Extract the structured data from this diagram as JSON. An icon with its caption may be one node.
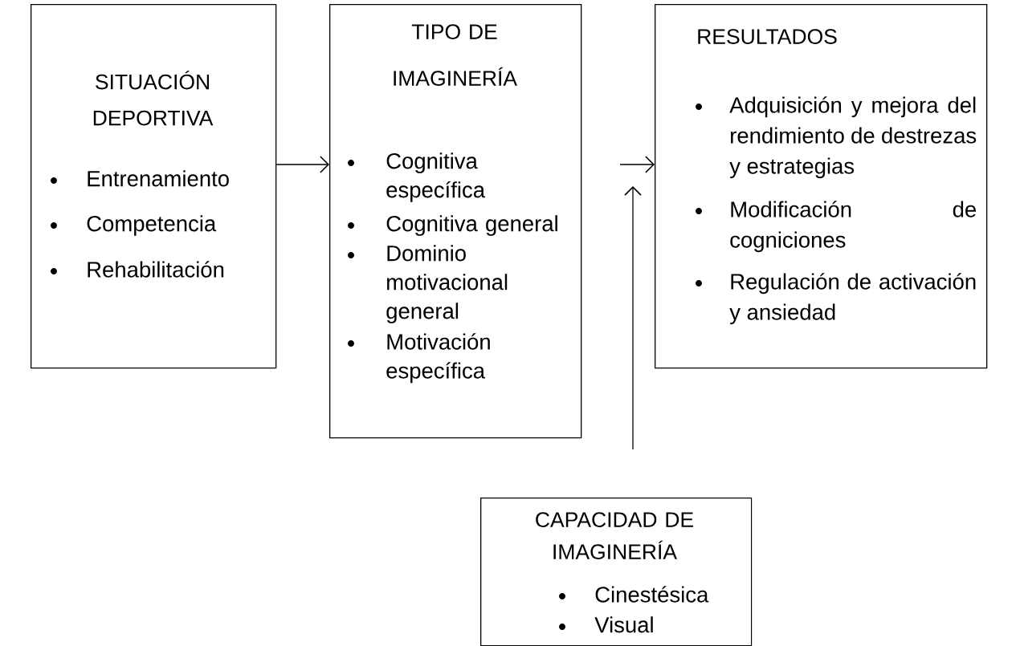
{
  "diagram": {
    "nodes": [
      {
        "text": [
          "SITUACIÓN DEPORTIVA",
          "Entrenamiento",
          "Competencia",
          "Rehabilitación"
        ]
      },
      {
        "text": [
          "TIPO DE IMAGINERÍA",
          "Cognitiva específica",
          "Cognitiva general",
          "Dominio motivacional general",
          "Motivación específica"
        ]
      },
      {
        "text": [
          "RESULTADOS",
          "Adquisición y mejora del rendimiento de destrezas y estrategias",
          "Modificación de cogniciones",
          "Regulación de activación y ansiedad"
        ]
      },
      {
        "text": [
          "CAPACIDAD DE IMAGINERÍA",
          "Cinestésica",
          "Visual"
        ]
      }
    ],
    "edges": [
      {
        "from": 0,
        "to": 1,
        "arrow": "to"
      },
      {
        "from": null,
        "to": 2,
        "arrow": "to"
      },
      {
        "from": 3,
        "to": null,
        "arrow": "to"
      }
    ]
  }
}
